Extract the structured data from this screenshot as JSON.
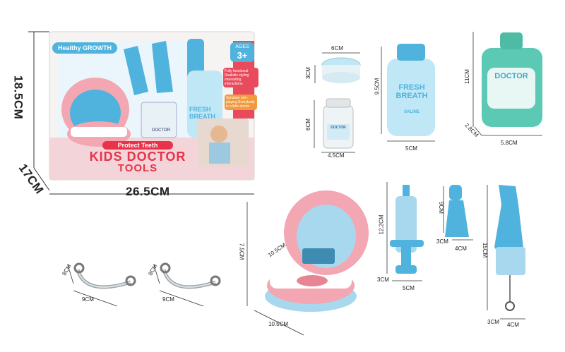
{
  "box": {
    "brand_badge": "Healthy GROWTH",
    "age_badge": "AGES",
    "age_value": "3+",
    "subtitle": "Protect Teeth",
    "title_line1": "KIDS DOCTOR",
    "title_line2": "TOOLS",
    "feature_blurb": "Fully functional Realistic styling Interesting interactions",
    "feature_blurb2": "Simulate role-playing Everybody is a little doctor",
    "bottle_label": "FRESH BREATH",
    "jar_label": "DOCTOR"
  },
  "box_dimensions": {
    "height": "18.5CM",
    "depth": "17CM",
    "width": "26.5CM"
  },
  "items": {
    "cap": {
      "width": "6CM",
      "height": "3CM"
    },
    "jar": {
      "label": "DOCTOR",
      "height": "6CM",
      "width": "4.5CM"
    },
    "fresh_bottle": {
      "line1": "FRESH",
      "line2": "BREATH",
      "sub": "SALINE",
      "height": "9.5CM",
      "width": "5CM"
    },
    "mouthwash": {
      "label": "DOCTOR",
      "height": "11CM",
      "depth": "2.8CM",
      "width": "5.8CM"
    },
    "braces_left": {
      "height": "8CM",
      "width": "9CM"
    },
    "braces_right": {
      "height": "8CM",
      "width": "9CM"
    },
    "teeth_model": {
      "height": "7.5CM",
      "inner": "10.5CM",
      "width": "10.5CM"
    },
    "syringe": {
      "height": "12.2CM",
      "depth": "3CM",
      "width": "5CM"
    },
    "drill_small": {
      "height": "9CM",
      "depth": "3CM",
      "width": "4CM"
    },
    "drill_big": {
      "height": "15CM",
      "depth": "3CM",
      "width": "4CM"
    }
  },
  "colors": {
    "blue": "#4fb3dd",
    "light_blue": "#a8d8ee",
    "mint": "#5cc9b5",
    "pink": "#f2a7b3",
    "red_title": "#e8334a"
  }
}
